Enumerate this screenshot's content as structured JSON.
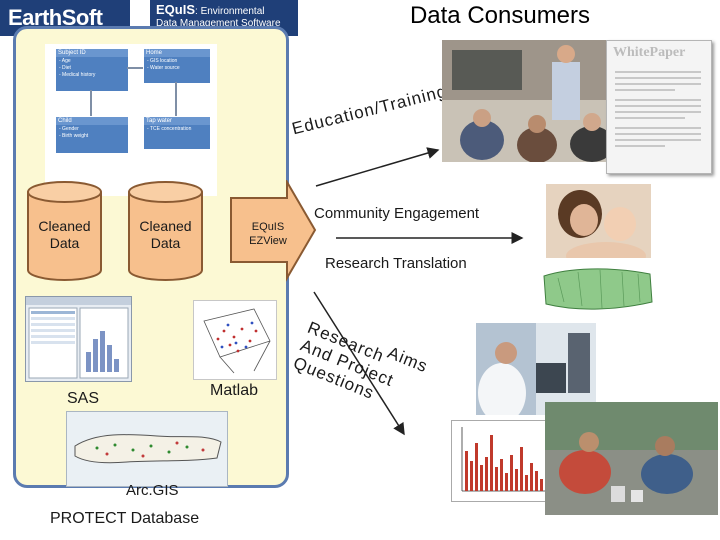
{
  "header": {
    "logo_text": "EarthSoft",
    "product_name": "EQuIS",
    "product_tag": ": Environmental",
    "product_sub": "Data Management Software",
    "title": "Data Consumers"
  },
  "erd": {
    "boxes": [
      {
        "head": "Subject ID",
        "items": [
          "- Age",
          "- Diet",
          "- Medical history"
        ]
      },
      {
        "head": "Home",
        "items": [
          "- GIS location",
          "- Water source"
        ]
      },
      {
        "head": "Child",
        "items": [
          "- Gender",
          "- Birth weight"
        ]
      },
      {
        "head": "Tap water",
        "items": [
          "- TCE concentration"
        ]
      }
    ]
  },
  "left_panel": {
    "cylinder_1": "Cleaned Data",
    "cylinder_2": "Cleaned Data",
    "ezview": "EQuIS EZView",
    "sas": "SAS",
    "matlab": "Matlab",
    "arcgis": "Arc.GIS",
    "protect_db": "PROTECT Database"
  },
  "right_side": {
    "education_training": "Education/Training",
    "community_engagement": "Community Engagement",
    "research_translation": "Research Translation",
    "aims_line1": "Research",
    "aims_line2": "And Project",
    "aims_line3": "Questions",
    "aims_extra": "Aims",
    "whitepaper": "WhitePaper"
  },
  "colors": {
    "panel_fill": "#fcf9d4",
    "panel_border": "#5b7bb0",
    "cylinder_fill": "#f7c08d",
    "cylinder_stroke": "#8a5a32",
    "logo_bg": "#1f3f78",
    "erd_box": "#4f80c0"
  }
}
